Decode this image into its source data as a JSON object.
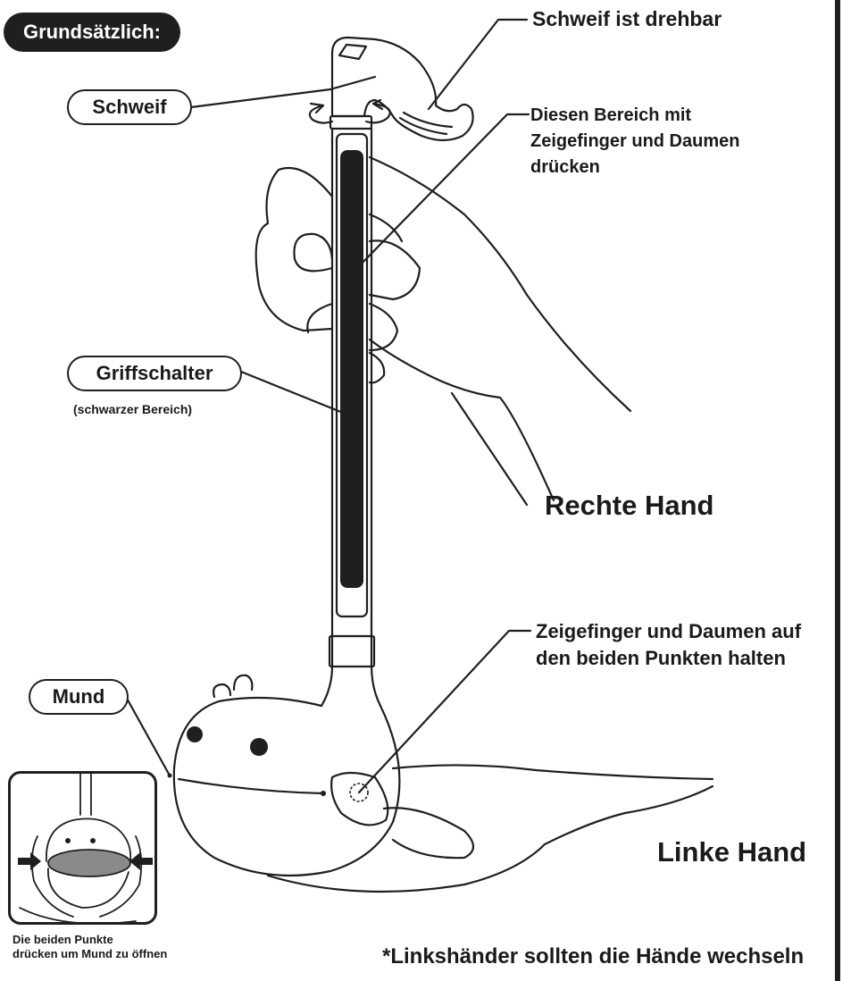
{
  "title": "Grundsätzlich:",
  "labels": {
    "schweif": "Schweif",
    "schweif_drehbar": "Schweif ist drehbar",
    "bereich_line1": "Diesen Bereich mit",
    "bereich_line2": "Zeigefinger und Daumen",
    "bereich_line3": "drücken",
    "griffschalter": "Griffschalter",
    "griffschalter_sub": "(schwarzer Bereich)",
    "rechte_hand": "Rechte Hand",
    "punkte_line1": "Zeigefinger und Daumen auf",
    "punkte_line2": "den beiden Punkten halten",
    "mund": "Mund",
    "linke_hand": "Linke Hand",
    "inset_caption_line1": "Die beiden Punkte",
    "inset_caption_line2": "drücken um Mund zu öffnen",
    "footnote": "*Linkshänder sollten die Hände wechseln"
  },
  "colors": {
    "ink": "#1f1f1f",
    "mouth_gray": "#8a8a8a",
    "background": "#ffffff"
  }
}
